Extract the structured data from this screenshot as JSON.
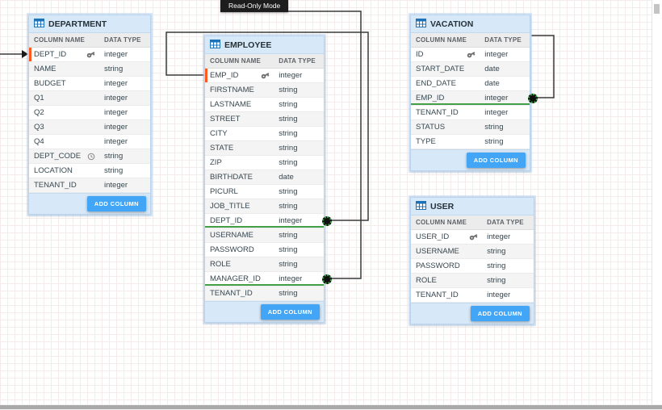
{
  "mode_badge": "Read-Only Mode",
  "ui": {
    "column_name_header": "COLUMN NAME",
    "data_type_header": "DATA TYPE",
    "add_column": "ADD COLUMN"
  },
  "colors": {
    "table_header_bg": "#d7e8f8",
    "add_column_blue": "#42a5f5",
    "fk_green": "#43a047",
    "pk_marker_orange": "#ff5a1f",
    "relationship_line": "#3a3a3a",
    "badge_bg": "#1d1d1d"
  },
  "tables": [
    {
      "name": "DEPARTMENT",
      "rows": [
        {
          "name": "DEPT_ID",
          "type": "integer",
          "icon": "key",
          "marker": true
        },
        {
          "name": "NAME",
          "type": "string"
        },
        {
          "name": "BUDGET",
          "type": "integer"
        },
        {
          "name": "Q1",
          "type": "integer"
        },
        {
          "name": "Q2",
          "type": "integer"
        },
        {
          "name": "Q3",
          "type": "integer"
        },
        {
          "name": "Q4",
          "type": "integer"
        },
        {
          "name": "DEPT_CODE",
          "type": "string",
          "icon": "clock"
        },
        {
          "name": "LOCATION",
          "type": "string"
        },
        {
          "name": "TENANT_ID",
          "type": "integer"
        }
      ]
    },
    {
      "name": "EMPLOYEE",
      "rows": [
        {
          "name": "EMP_ID",
          "type": "integer",
          "icon": "key",
          "marker": true
        },
        {
          "name": "FIRSTNAME",
          "type": "string"
        },
        {
          "name": "LASTNAME",
          "type": "string"
        },
        {
          "name": "STREET",
          "type": "string"
        },
        {
          "name": "CITY",
          "type": "string"
        },
        {
          "name": "STATE",
          "type": "string"
        },
        {
          "name": "ZIP",
          "type": "string"
        },
        {
          "name": "BIRTHDATE",
          "type": "date"
        },
        {
          "name": "PICURL",
          "type": "string"
        },
        {
          "name": "JOB_TITLE",
          "type": "string"
        },
        {
          "name": "DEPT_ID",
          "type": "integer",
          "fk": true
        },
        {
          "name": "USERNAME",
          "type": "string"
        },
        {
          "name": "PASSWORD",
          "type": "string"
        },
        {
          "name": "ROLE",
          "type": "string"
        },
        {
          "name": "MANAGER_ID",
          "type": "integer",
          "fk": true
        },
        {
          "name": "TENANT_ID",
          "type": "string"
        }
      ]
    },
    {
      "name": "VACATION",
      "rows": [
        {
          "name": "ID",
          "type": "integer",
          "icon": "key"
        },
        {
          "name": "START_DATE",
          "type": "date"
        },
        {
          "name": "END_DATE",
          "type": "date"
        },
        {
          "name": "EMP_ID",
          "type": "integer",
          "fk": true
        },
        {
          "name": "TENANT_ID",
          "type": "integer"
        },
        {
          "name": "STATUS",
          "type": "string"
        },
        {
          "name": "TYPE",
          "type": "string"
        }
      ]
    },
    {
      "name": "USER",
      "rows": [
        {
          "name": "USER_ID",
          "type": "integer",
          "icon": "key"
        },
        {
          "name": "USERNAME",
          "type": "string"
        },
        {
          "name": "PASSWORD",
          "type": "string"
        },
        {
          "name": "ROLE",
          "type": "string"
        },
        {
          "name": "TENANT_ID",
          "type": "integer"
        }
      ]
    }
  ]
}
